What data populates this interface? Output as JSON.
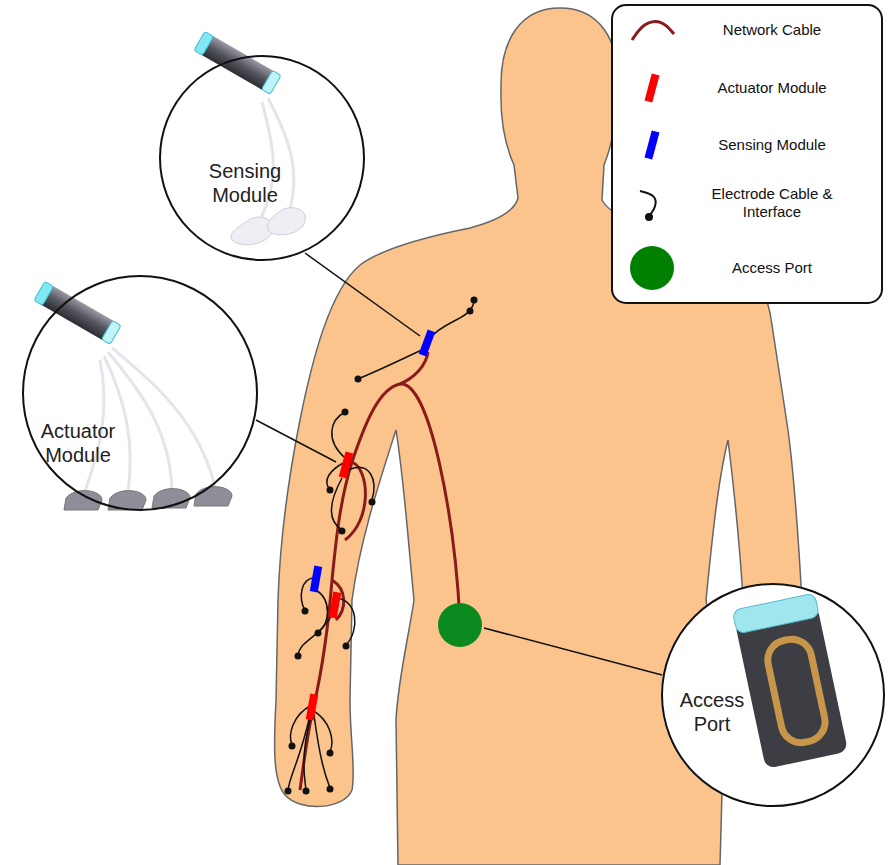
{
  "diagram": {
    "nodes": [
      {
        "text": [
          "Sensing Module"
        ]
      },
      {
        "text": [
          "Actuator Module"
        ]
      },
      {
        "text": [
          "Access Port"
        ]
      }
    ],
    "legend": [
      {
        "text": "Network Cable"
      },
      {
        "text": "Actuator Module",
        "color": "#ff0000"
      },
      {
        "text": "Sensing Module",
        "color": "#0000ff"
      },
      {
        "text": "Electrode Cable & Interface"
      },
      {
        "text": "Access Port",
        "color": "#008000"
      }
    ]
  }
}
